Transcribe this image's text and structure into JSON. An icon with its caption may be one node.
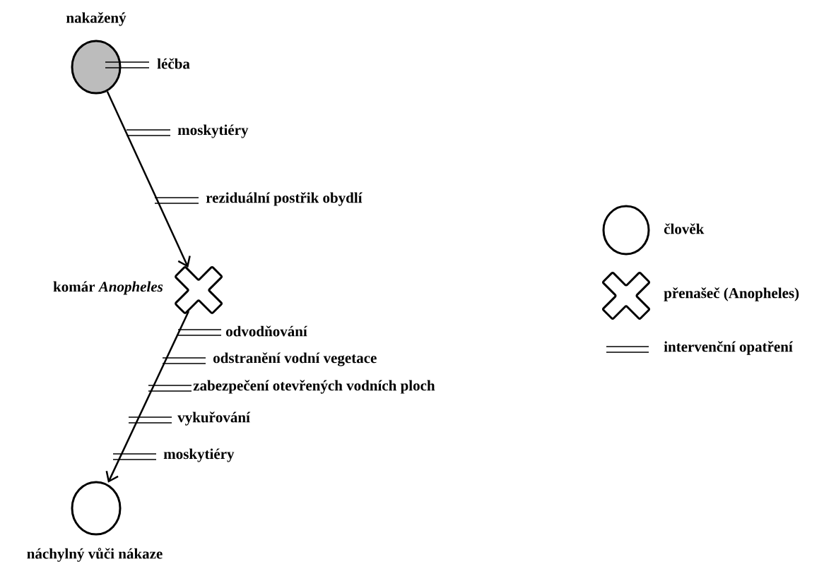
{
  "diagram": {
    "nodes": [
      {
        "text": [
          "nakažený"
        ]
      },
      {
        "text": [
          "komár *Anopheles*"
        ]
      },
      {
        "text": [
          "náchylný vůči nákaze"
        ]
      }
    ],
    "edges": [
      {
        "from": 0,
        "to": 1,
        "arrow": "to"
      },
      {
        "from": 1,
        "to": 2,
        "arrow": "to"
      }
    ],
    "labels": [
      "léčba",
      "moskytiéry",
      "reziduální postřik obydlí",
      "odvodňování",
      "odstranění vodní vegetace",
      "zabezpečení otevřených vodních ploch",
      "vykuřování",
      "moskytiéry"
    ],
    "legend": [
      {
        "text": "člověk"
      },
      {
        "text": "přenašeč (Anopheles)"
      },
      {
        "text": "intervenční opatření"
      }
    ]
  }
}
